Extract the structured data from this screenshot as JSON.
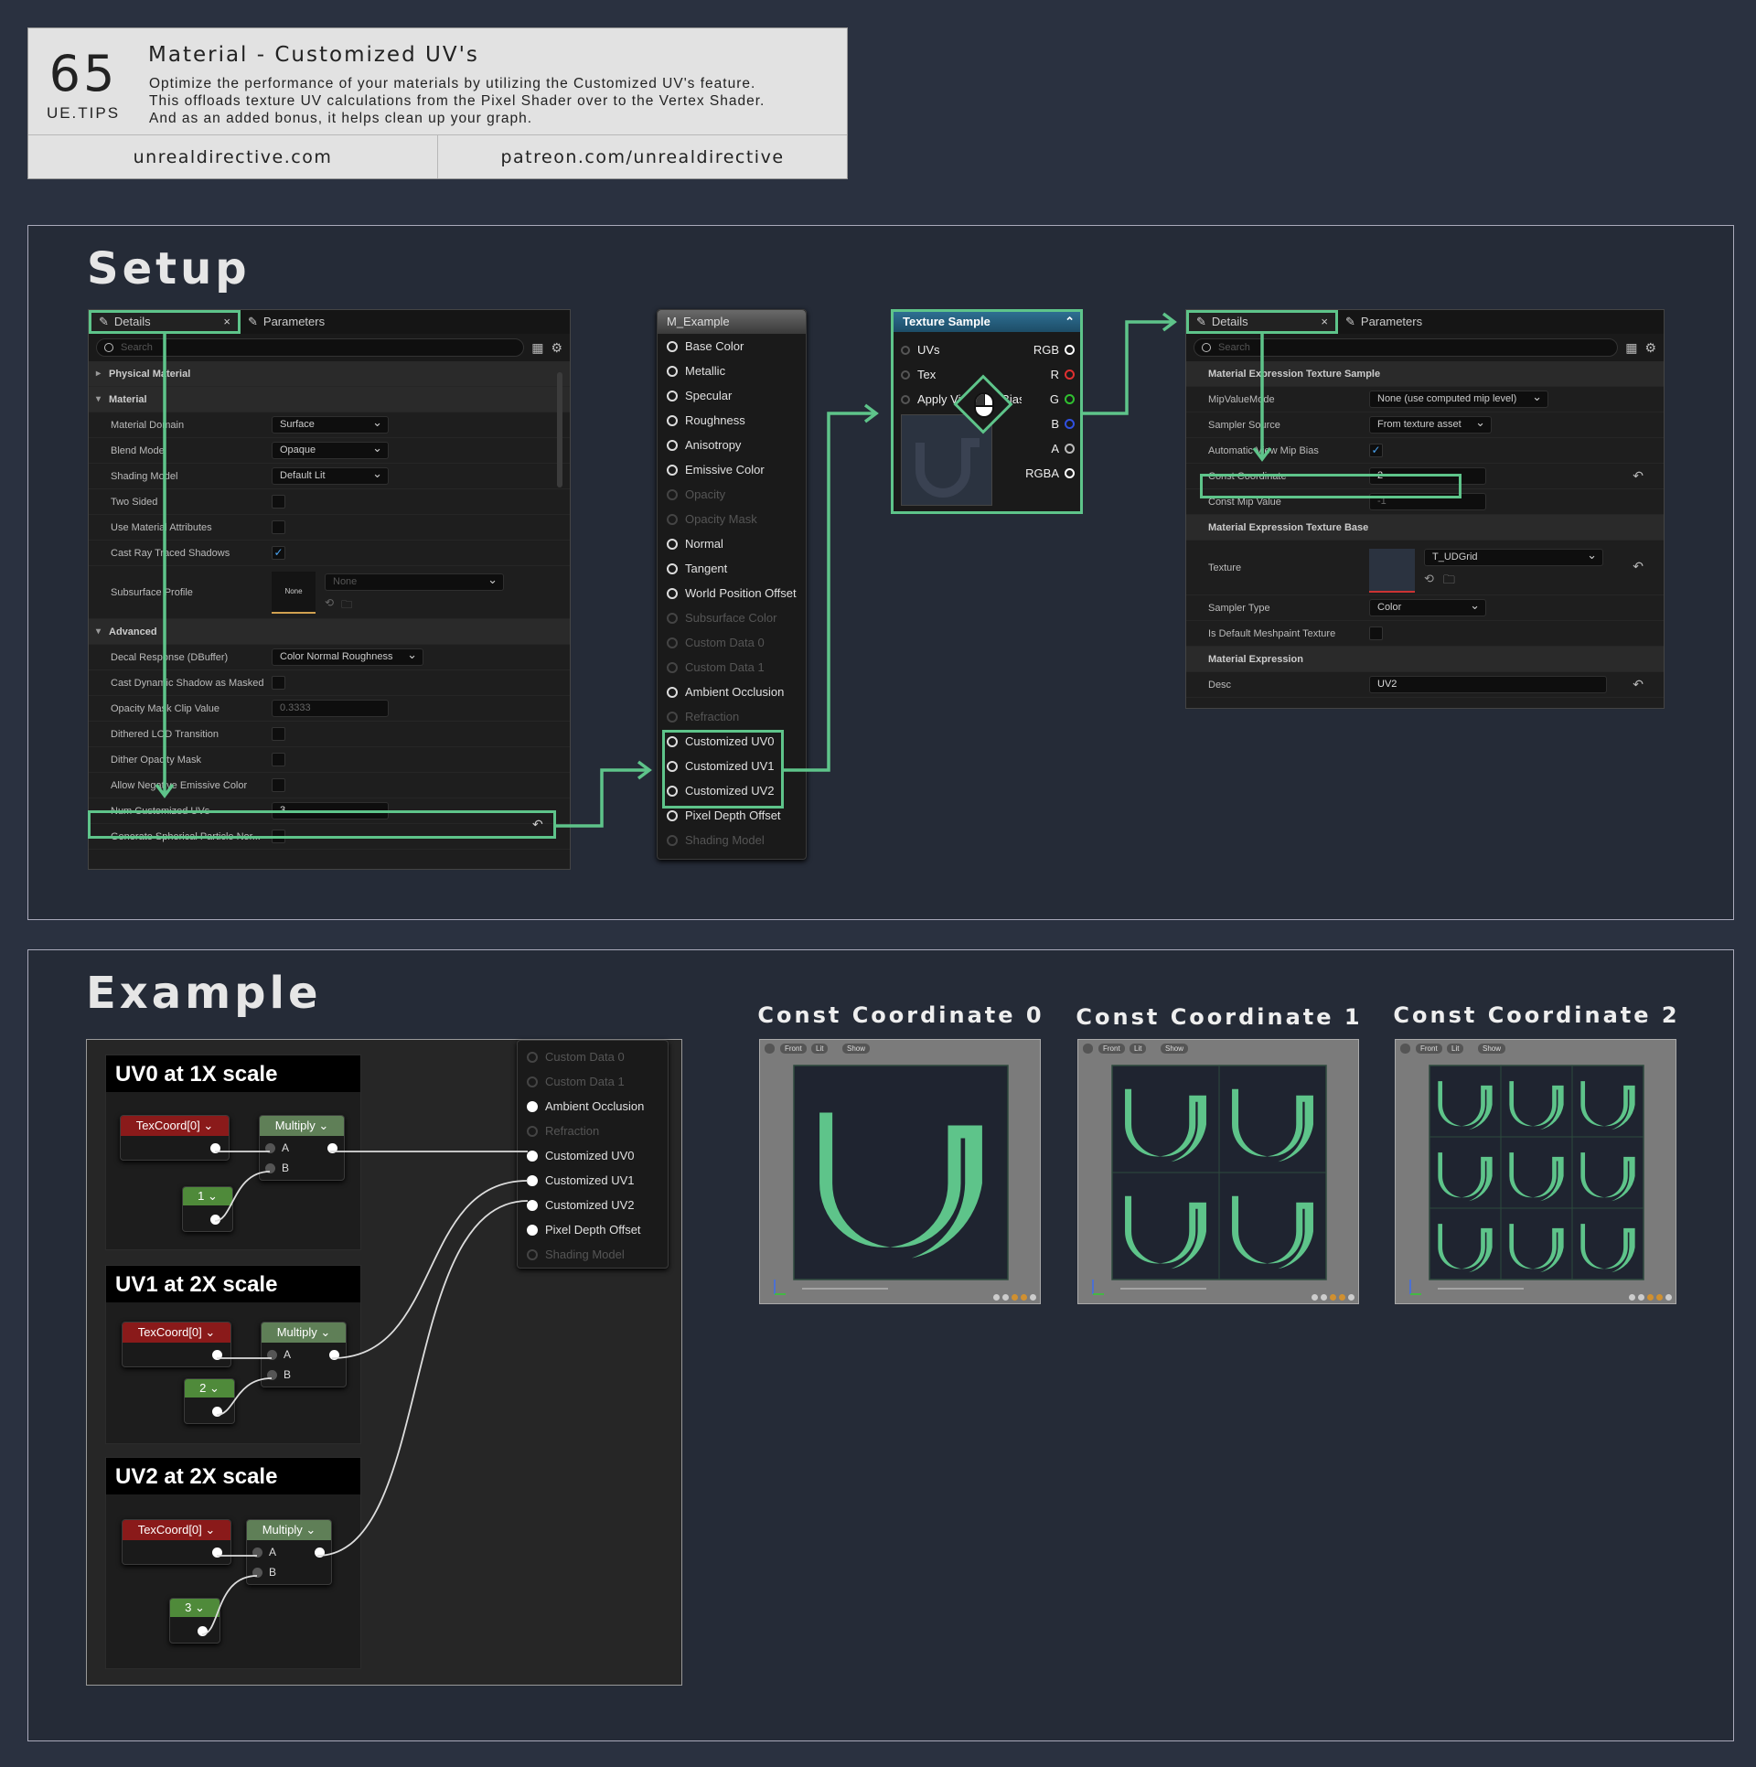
{
  "header": {
    "number": "65",
    "tag": "UE.TIPS",
    "title": "Material - Customized UV's",
    "desc1": "Optimize the performance of your materials by utilizing the Customized UV's feature.",
    "desc2": "This offloads texture UV calculations from the Pixel Shader over to the Vertex Shader.",
    "desc3": "And as an added bonus, it helps clean up your graph.",
    "link1": "unrealdirective.com",
    "link2": "patreon.com/unrealdirective"
  },
  "setup": {
    "title": "Setup",
    "details1": {
      "tab_details": "Details",
      "tab_params": "Parameters",
      "search": "Search",
      "rows": [
        {
          "type": "cat",
          "label": "Physical Material"
        },
        {
          "type": "cat",
          "label": "Material"
        },
        {
          "label": "Material Domain",
          "dd": "Surface"
        },
        {
          "label": "Blend Mode",
          "dd": "Opaque"
        },
        {
          "label": "Shading Model",
          "dd": "Default Lit"
        },
        {
          "label": "Two Sided",
          "cb": ""
        },
        {
          "label": "Use Material Attributes",
          "cb": ""
        },
        {
          "label": "Cast Ray Traced Shadows",
          "cb": "✓"
        },
        {
          "label": "Subsurface Profile",
          "thumb": "None",
          "dd": "None"
        },
        {
          "type": "cat",
          "label": "Advanced"
        },
        {
          "label": "Decal Response (DBuffer)",
          "dd": "Color Normal Roughness"
        },
        {
          "label": "Cast Dynamic Shadow as Masked",
          "cb": ""
        },
        {
          "label": "Opacity Mask Clip Value",
          "num": "0.3333"
        },
        {
          "label": "Dithered LOD Transition",
          "cb": ""
        },
        {
          "label": "Dither Opacity Mask",
          "cb": ""
        },
        {
          "label": "Allow Negative Emissive Color",
          "cb": ""
        },
        {
          "label": "Num Customized UVs",
          "num": "3"
        },
        {
          "label": "Generate Spherical Particle Nor...",
          "cb": ""
        }
      ]
    },
    "material_node": {
      "title": "M_Example",
      "pins": [
        {
          "label": "Base Color",
          "dim": false
        },
        {
          "label": "Metallic",
          "dim": false
        },
        {
          "label": "Specular",
          "dim": false
        },
        {
          "label": "Roughness",
          "dim": false
        },
        {
          "label": "Anisotropy",
          "dim": false
        },
        {
          "label": "Emissive Color",
          "dim": false
        },
        {
          "label": "Opacity",
          "dim": true
        },
        {
          "label": "Opacity Mask",
          "dim": true
        },
        {
          "label": "Normal",
          "dim": false
        },
        {
          "label": "Tangent",
          "dim": false
        },
        {
          "label": "World Position Offset",
          "dim": false
        },
        {
          "label": "Subsurface Color",
          "dim": true
        },
        {
          "label": "Custom Data 0",
          "dim": true
        },
        {
          "label": "Custom Data 1",
          "dim": true
        },
        {
          "label": "Ambient Occlusion",
          "dim": false
        },
        {
          "label": "Refraction",
          "dim": true
        },
        {
          "label": "Customized UV0",
          "dim": false
        },
        {
          "label": "Customized UV1",
          "dim": false
        },
        {
          "label": "Customized UV2",
          "dim": false
        },
        {
          "label": "Pixel Depth Offset",
          "dim": false
        },
        {
          "label": "Shading Model",
          "dim": true
        }
      ]
    },
    "texture_sample": {
      "title": "Texture Sample",
      "in_uvs": "UVs",
      "in_tex": "Tex",
      "in_bias": "Apply View Mip Bias",
      "out": [
        "RGB",
        "R",
        "G",
        "B",
        "A",
        "RGBA"
      ],
      "out_colors": [
        "#ffffff",
        "#e03030",
        "#30c030",
        "#3050e0",
        "#bbbbbb",
        "#ffffff"
      ]
    },
    "details2": {
      "tab_details": "Details",
      "tab_params": "Parameters",
      "search": "Search",
      "cat1": "Material Expression Texture Sample",
      "mip_label": "MipValueMode",
      "mip_val": "None (use computed mip level)",
      "sampler_src_label": "Sampler Source",
      "sampler_src_val": "From texture asset",
      "auto_mip_label": "Automatic View Mip Bias",
      "const_coord_label": "Const Coordinate",
      "const_coord_val": "2",
      "const_mip_label": "Const Mip Value",
      "const_mip_val": "-1",
      "cat2": "Material Expression Texture Base",
      "texture_label": "Texture",
      "texture_val": "T_UDGrid",
      "sampler_type_label": "Sampler Type",
      "sampler_type_val": "Color",
      "meshpaint_label": "Is Default Meshpaint Texture",
      "cat3": "Material Expression",
      "desc_label": "Desc",
      "desc_val": "UV2"
    }
  },
  "example": {
    "title": "Example",
    "comments": [
      {
        "title": "UV0 at 1X scale",
        "texcoord": "TexCoord[0]",
        "multiply": "Multiply",
        "const": "1",
        "a": "A",
        "b": "B"
      },
      {
        "title": "UV1 at 2X scale",
        "texcoord": "TexCoord[0]",
        "multiply": "Multiply",
        "const": "2",
        "a": "A",
        "b": "B"
      },
      {
        "title": "UV2 at 2X scale",
        "texcoord": "TexCoord[0]",
        "multiply": "Multiply",
        "const": "3",
        "a": "A",
        "b": "B"
      }
    ],
    "pins": [
      {
        "label": "Custom Data 0",
        "dim": true
      },
      {
        "label": "Custom Data 1",
        "dim": true
      },
      {
        "label": "Ambient Occlusion",
        "dim": false
      },
      {
        "label": "Refraction",
        "dim": true
      },
      {
        "label": "Customized UV0",
        "dim": false
      },
      {
        "label": "Customized UV1",
        "dim": false
      },
      {
        "label": "Customized UV2",
        "dim": false
      },
      {
        "label": "Pixel Depth Offset",
        "dim": false
      },
      {
        "label": "Shading Model",
        "dim": true
      }
    ],
    "viewports": [
      {
        "title": "Const Coordinate 0",
        "tiles": 1
      },
      {
        "title": "Const Coordinate 1",
        "tiles": 2
      },
      {
        "title": "Const Coordinate 2",
        "tiles": 3
      }
    ],
    "vp_buttons": [
      "Front",
      "Lit",
      "Show"
    ]
  },
  "colors": {
    "accent": "#5ec48a",
    "logo": "#5ec48a",
    "tile": "#1f2430"
  }
}
